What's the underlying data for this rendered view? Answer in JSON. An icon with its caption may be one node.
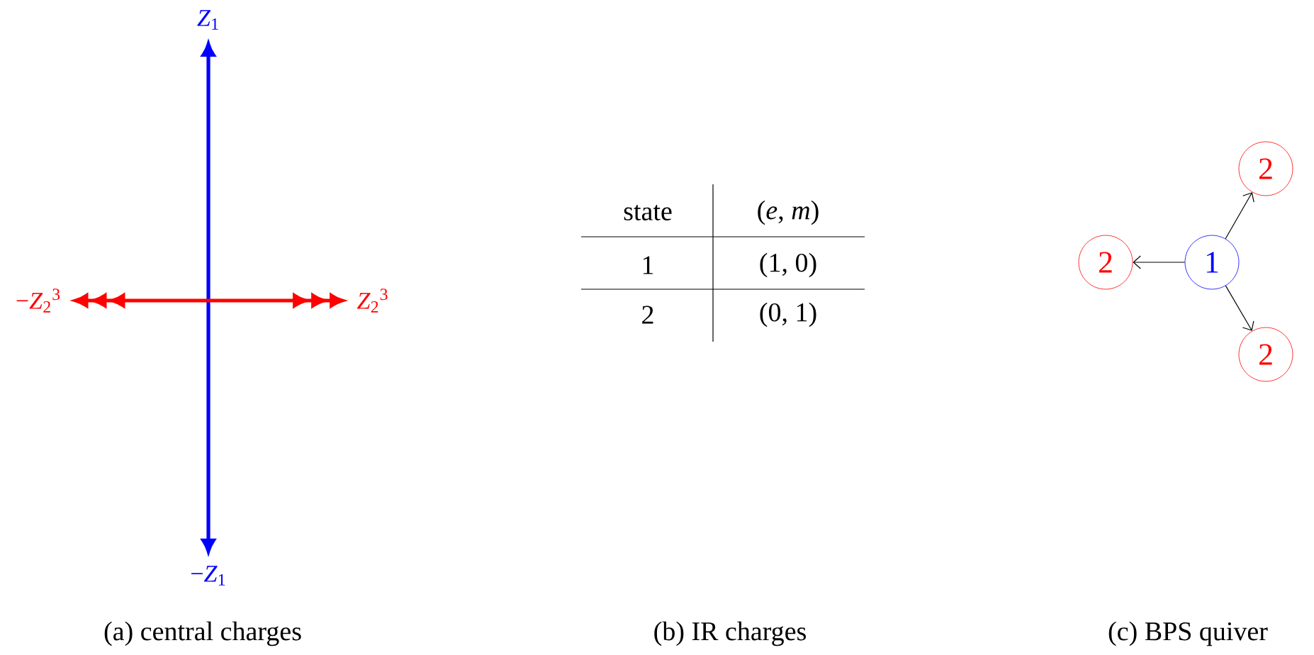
{
  "diagram": {
    "nodes": [
      {
        "text": [
          "*Z*$_{1}$"
        ]
      },
      {
        "text": [
          "−*Z*$_{1}$"
        ]
      },
      {
        "text": [
          "−*Z*$_{2}$$^{3}$"
        ]
      },
      {
        "text": [
          "*Z*$_{2}$$^{3}$"
        ]
      },
      {
        "text": [
          "2"
        ]
      },
      {
        "text": [
          "1"
        ]
      },
      {
        "text": [
          "2"
        ]
      },
      {
        "text": [
          "2"
        ]
      }
    ],
    "edges": [
      {
        "from": 1,
        "to": 0,
        "arrow": "both",
        "style": "thick",
        "color": "#0000ff"
      },
      {
        "from": 2,
        "to": 3,
        "arrow": "both",
        "style": "thick",
        "color": "#ff0000"
      },
      {
        "from": 5,
        "to": 4,
        "arrow": "to"
      },
      {
        "from": 5,
        "to": 6,
        "arrow": "to"
      },
      {
        "from": 5,
        "to": 7,
        "arrow": "to"
      }
    ],
    "labels": [
      "state",
      "(*e*, *m*)",
      "1",
      "(1, 0)",
      "2",
      "(0, 1)",
      "(a) central charges",
      "(b) IR charges",
      "(c) BPS quiver"
    ]
  }
}
